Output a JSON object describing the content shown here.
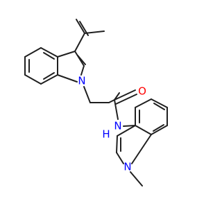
{
  "molecule": {
    "atoms": {
      "carbonyl_oxygen": "O",
      "indole_nitrogen_upper": "N",
      "amide_nitrogen": "N",
      "amide_hydrogen": "H",
      "indole_nitrogen_lower": "N"
    },
    "colors": {
      "bond": "#1f1f1f",
      "oxygen": "#ff0000",
      "nitrogen": "#0000ff"
    }
  }
}
